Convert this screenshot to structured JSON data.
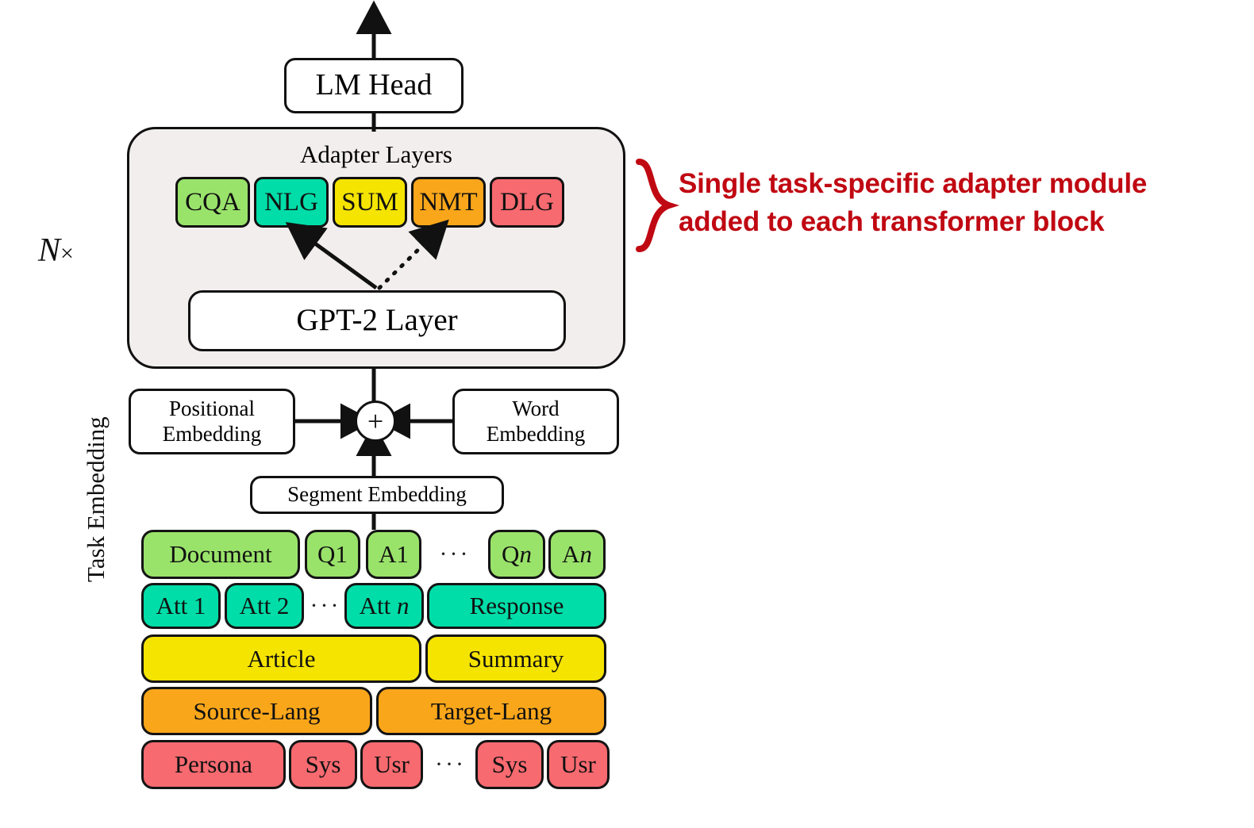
{
  "diagram": {
    "title_of_model_head": "LM Head",
    "adapter_block": {
      "title": "Adapter Layers",
      "core_layer_label": "GPT-2 Layer",
      "repeat_label_n": "N",
      "repeat_label_times": "×",
      "chips": [
        {
          "label": "CQA",
          "color": "#9ae36b"
        },
        {
          "label": "NLG",
          "color": "#00dda8"
        },
        {
          "label": "SUM",
          "color": "#f5e400"
        },
        {
          "label": "NMT",
          "color": "#faa61a"
        },
        {
          "label": "DLG",
          "color": "#f76a70"
        }
      ]
    },
    "embeddings": {
      "positional": "Positional\nEmbedding",
      "positional_line1": "Positional",
      "positional_line2": "Embedding",
      "word_line1": "Word",
      "word_line2": "Embedding",
      "segment": "Segment Embedding",
      "sum_operator": "+"
    },
    "task_embedding": {
      "axis_label": "Task Embedding",
      "rows": [
        {
          "task": "CQA",
          "color": "#9ae36b",
          "cells": [
            "Document",
            "Q1",
            "A1",
            "Qn",
            "An"
          ],
          "ellipsis": "···"
        },
        {
          "task": "NLG",
          "color": "#00dda8",
          "cells": [
            "Att 1",
            "Att 2",
            "Att n",
            "Response"
          ],
          "ellipsis": "···"
        },
        {
          "task": "SUM",
          "color": "#f5e400",
          "cells": [
            "Article",
            "Summary"
          ],
          "ellipsis": ""
        },
        {
          "task": "NMT",
          "color": "#faa61a",
          "cells": [
            "Source-Lang",
            "Target-Lang"
          ],
          "ellipsis": ""
        },
        {
          "task": "DLG",
          "color": "#f76a70",
          "cells": [
            "Persona",
            "Sys",
            "Usr",
            "Sys",
            "Usr"
          ],
          "ellipsis": "···"
        }
      ]
    },
    "annotation": {
      "line1": "Single task-specific adapter module",
      "line2": "added to each transformer block",
      "color": "#c00812",
      "brace": "}"
    }
  }
}
